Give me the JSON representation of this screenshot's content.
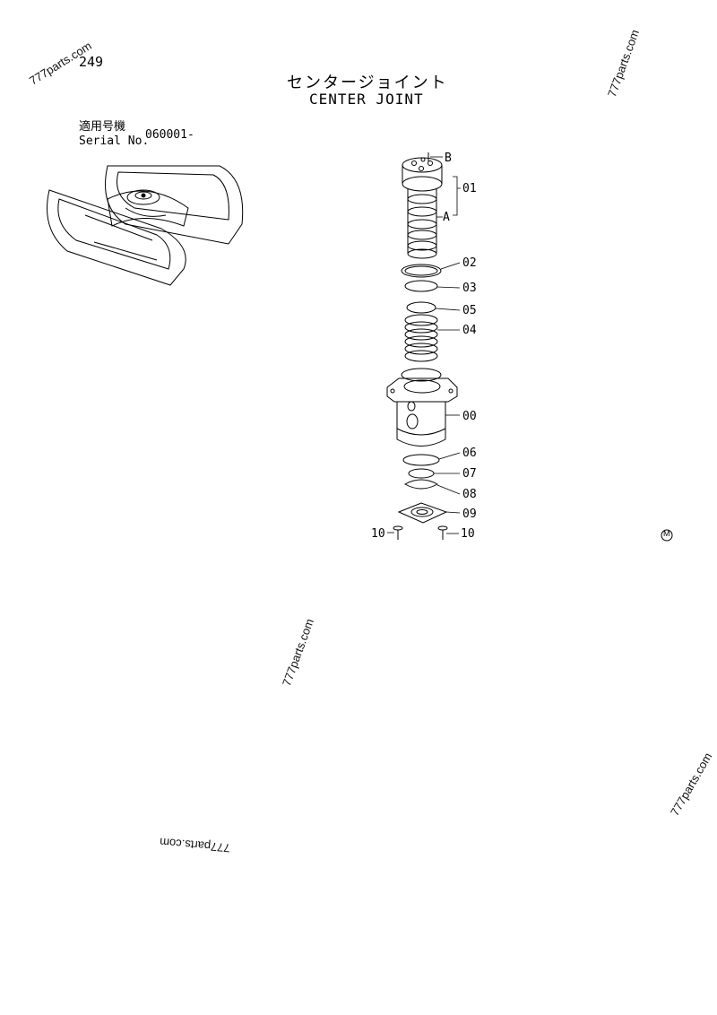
{
  "page_number": "249",
  "title": {
    "japanese": "センタージョイント",
    "english": "CENTER JOINT"
  },
  "serial": {
    "label_jp": "適用号機",
    "label_en": "Serial No.",
    "value": "060001-"
  },
  "watermarks": [
    "777parts.com",
    "777parts.com",
    "777parts.com",
    "777parts.com",
    "777parts.com"
  ],
  "part_labels": {
    "p01": "01",
    "p02": "02",
    "p03": "03",
    "p05": "05",
    "p04": "04",
    "p00": "00",
    "p06": "06",
    "p07": "07",
    "p08": "08",
    "p09": "09",
    "p10_left": "10",
    "p10_right": "10",
    "ref_a": "A",
    "ref_b": "B"
  },
  "mark": "M"
}
